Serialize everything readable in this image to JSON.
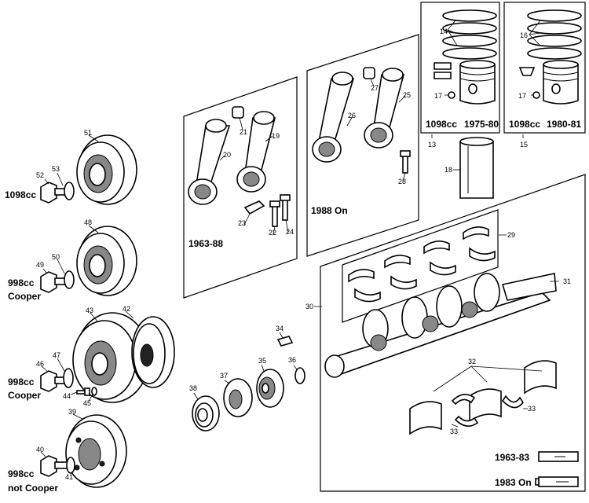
{
  "labels": {
    "n51": "51",
    "n52": "52",
    "n53": "53",
    "cc1098": "1098cc",
    "n48": "48",
    "n49": "49",
    "n50": "50",
    "cc998_a": "998cc",
    "cooper_a": "Cooper",
    "n43": "43",
    "n42": "42",
    "n46": "46",
    "n47": "47",
    "cc998_b": "998cc",
    "cooper_b": "Cooper",
    "n44": "44",
    "n45": "45",
    "n39": "39",
    "n40": "40",
    "n41": "41",
    "cc998_c": "998cc",
    "not_cooper": "not Cooper",
    "n20": "20",
    "n21": "21",
    "n19": "19",
    "n23": "23",
    "n22": "22",
    "n24": "24",
    "yr_1963_88": "1963-88",
    "n26": "26",
    "n27": "27",
    "n25": "25",
    "n28": "28",
    "yr_1988_on": "1988 On",
    "n14": "14",
    "n17a": "17",
    "box1_cc": "1098cc",
    "box1_yr": "1975-80",
    "n13": "13",
    "n16": "16",
    "n17b": "17",
    "box2_cc": "1098cc",
    "box2_yr": "1980-81",
    "n15": "15",
    "n18": "18",
    "n29": "29",
    "n30": "30",
    "n31": "31",
    "n32": "32",
    "n33a": "33",
    "n33b": "33",
    "n34": "34",
    "n35": "35",
    "n36": "36",
    "n37": "37",
    "n38": "38",
    "leg1": "1963-83",
    "leg2": "1983 On"
  }
}
